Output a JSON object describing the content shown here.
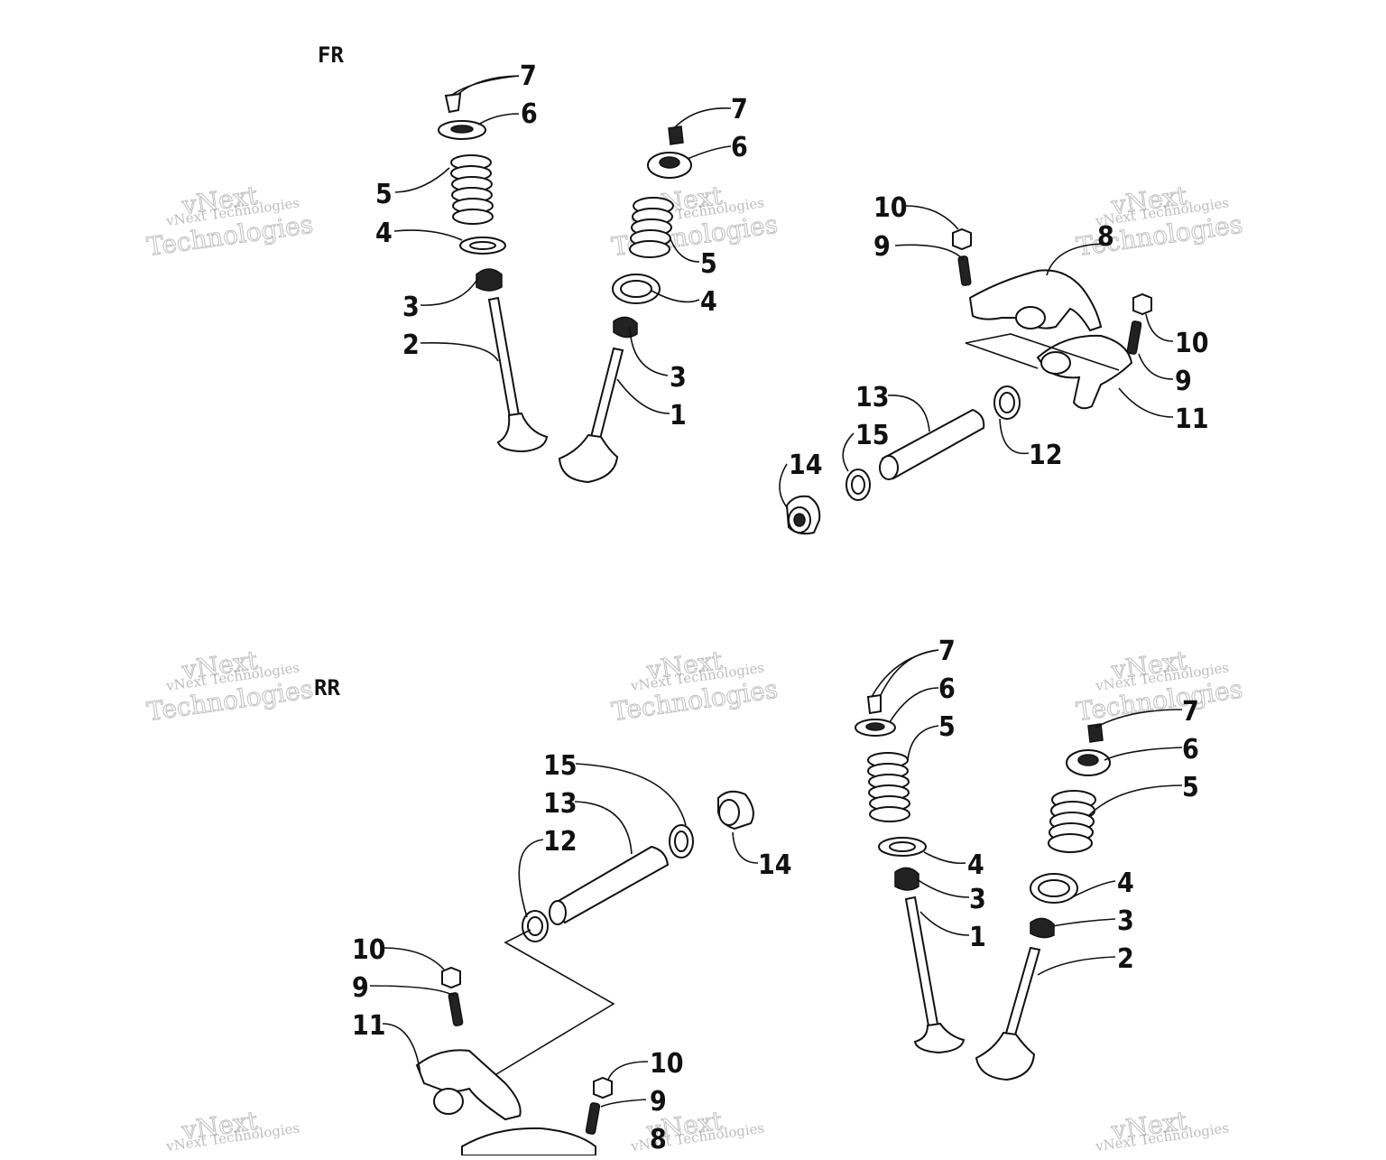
{
  "diagram": {
    "sections": [
      {
        "id": "fr",
        "label": "FR"
      },
      {
        "id": "rr",
        "label": "RR"
      }
    ],
    "watermark": {
      "line1": "vNext Technologies",
      "line2a": "vNext",
      "line2b": "Technologies"
    },
    "callouts": {
      "fr_left": {
        "c7": "7",
        "c6": "6",
        "c5": "5",
        "c4": "4",
        "c3": "3",
        "c2": "2"
      },
      "fr_mid": {
        "c7": "7",
        "c6": "6",
        "c5": "5",
        "c4": "4",
        "c3": "3",
        "c1": "1"
      },
      "fr_right": {
        "c10a": "10",
        "c9a": "9",
        "c8": "8",
        "c10b": "10",
        "c9b": "9",
        "c11": "11",
        "c13": "13",
        "c15": "15",
        "c14": "14",
        "c12": "12"
      },
      "rr_shaft": {
        "c15": "15",
        "c13": "13",
        "c12": "12",
        "c14": "14"
      },
      "rr_rocker": {
        "c10a": "10",
        "c9a": "9",
        "c11": "11",
        "c10b": "10",
        "c9b": "9",
        "c8": "8"
      },
      "rr_left": {
        "c7": "7",
        "c6": "6",
        "c5": "5",
        "c4": "4",
        "c3": "3",
        "c1": "1"
      },
      "rr_right": {
        "c7": "7",
        "c6": "6",
        "c5": "5",
        "c4": "4",
        "c3": "3",
        "c2": "2"
      }
    }
  }
}
